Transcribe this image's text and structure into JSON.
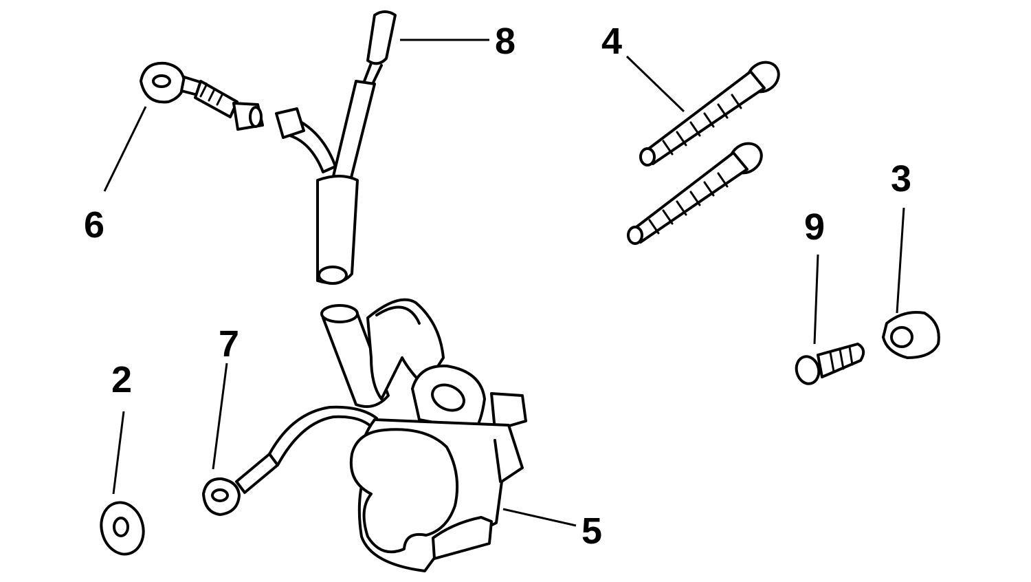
{
  "callouts": {
    "part_2": "2",
    "part_3": "3",
    "part_4": "4",
    "part_5": "5",
    "part_6": "6",
    "part_7": "7",
    "part_8": "8",
    "part_9": "9"
  },
  "colors": {
    "ink": "#000000",
    "paper": "#ffffff"
  }
}
